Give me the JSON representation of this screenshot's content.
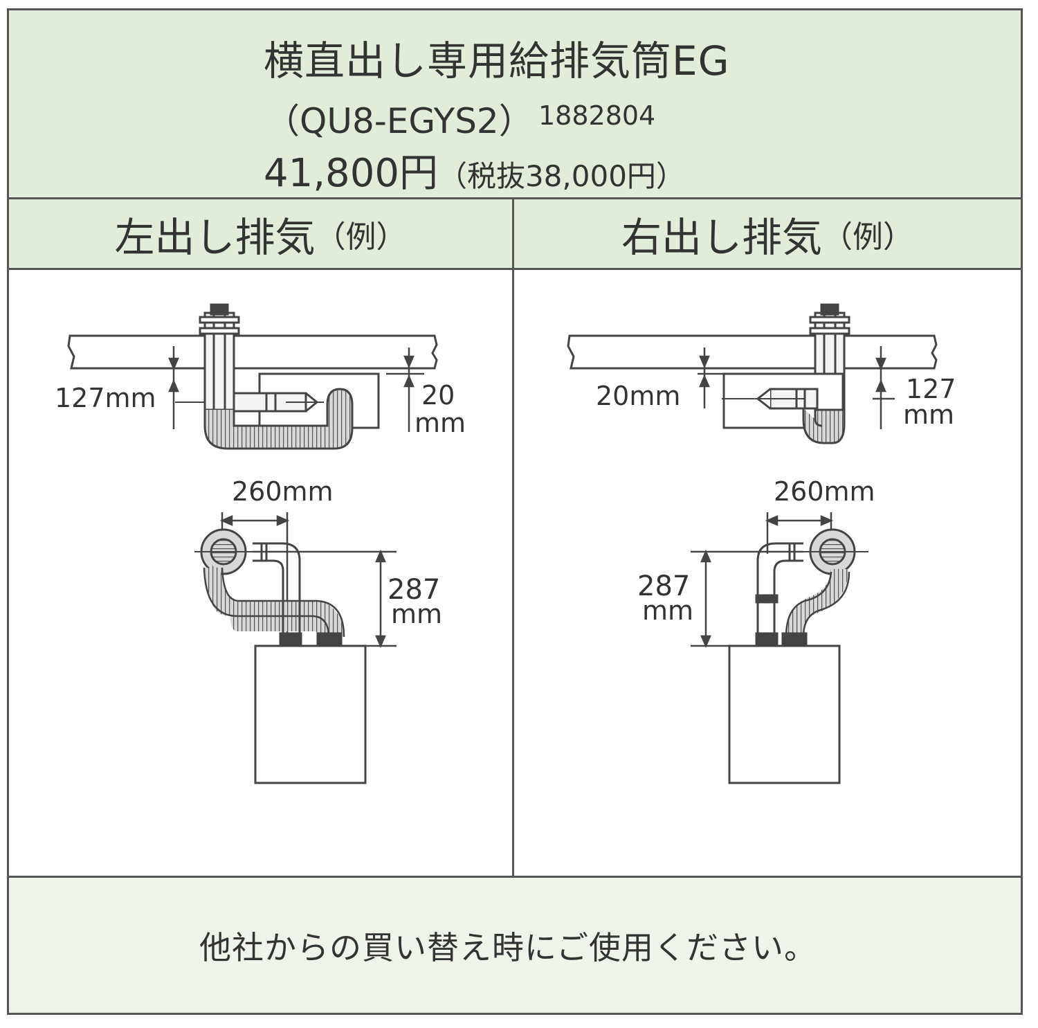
{
  "header": {
    "title": "横直出し専用給排気筒EG",
    "model": "（QU8-EGYS2）",
    "code": "1882804",
    "price": "41,800円",
    "price_tax": "（税抜38,000円）"
  },
  "panels": {
    "left": {
      "title": "左出し排気",
      "title_suffix": "（例）",
      "dims": {
        "a_value": "127mm",
        "b_value": "20",
        "b_unit": "mm",
        "width": "260mm",
        "height_value": "287",
        "height_unit": "mm"
      }
    },
    "right": {
      "title": "右出し排気",
      "title_suffix": "（例）",
      "dims": {
        "a_value": "20mm",
        "b_value": "127",
        "b_unit": "mm",
        "width": "260mm",
        "height_value": "287",
        "height_unit": "mm"
      }
    }
  },
  "footer": {
    "note": "他社からの買い替え時にご使用ください。"
  },
  "colors": {
    "header_bg": "#e1ecdb",
    "footer_bg": "#eef4ea",
    "border": "#555555",
    "line": "#444444"
  }
}
